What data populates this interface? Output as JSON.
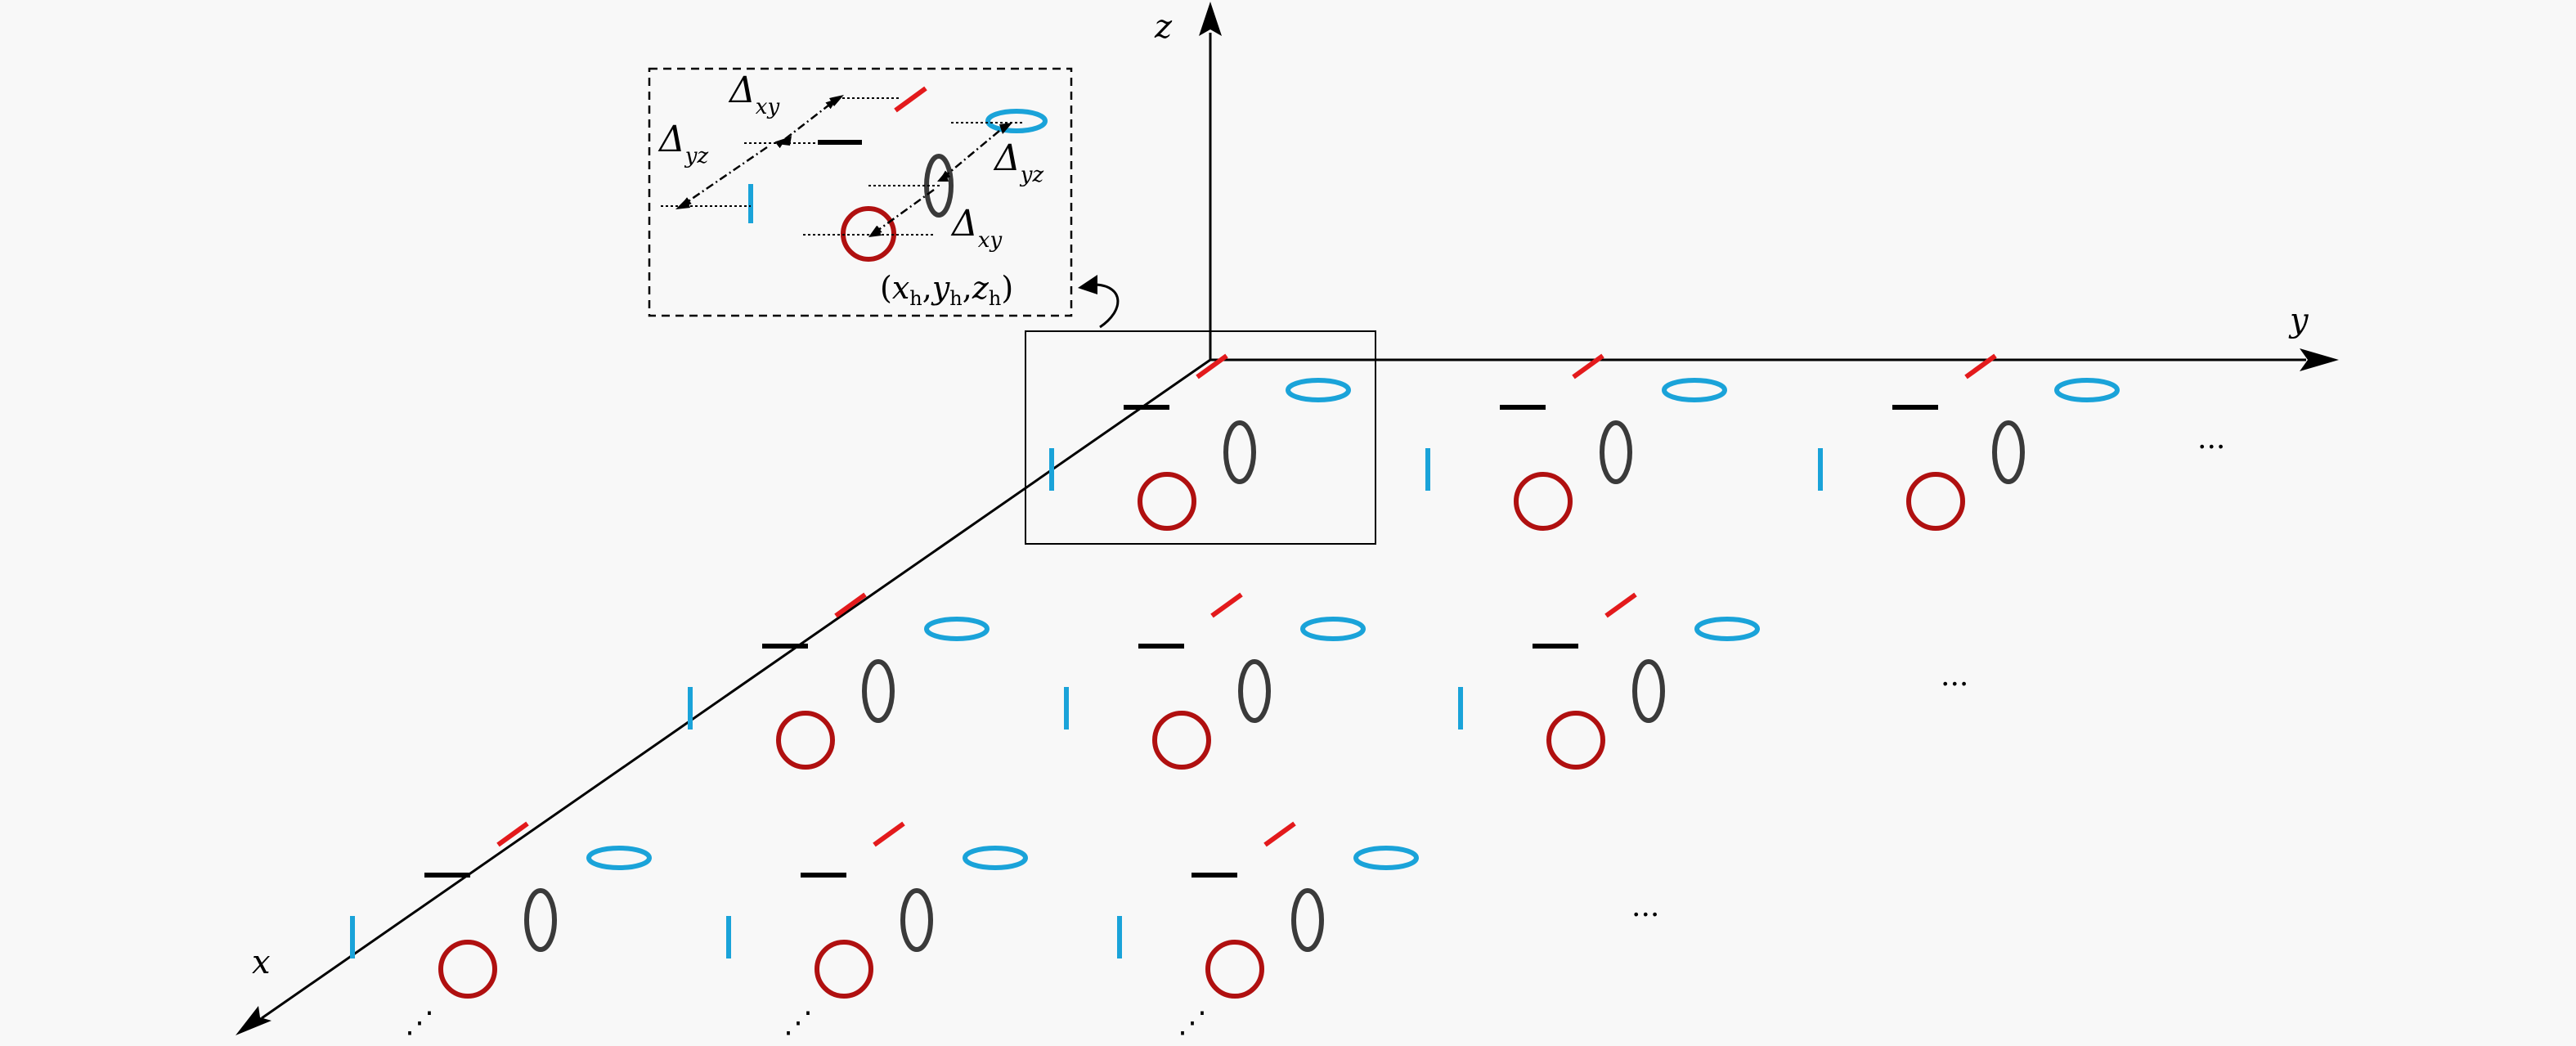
{
  "axes": {
    "x": "x",
    "y": "y",
    "z": "z"
  },
  "ellipsis": "...",
  "ellipsis_diag": "⋰",
  "inset": {
    "delta_symbol": "Δ",
    "sub_xy": "xy",
    "sub_yz": "yz",
    "coord": {
      "open": "(",
      "x": "x",
      "xs": "h",
      "comma1": ",",
      "y": "y",
      "ys": "h",
      "comma2": ",",
      "z": "z",
      "zs": "h",
      "close": ")"
    }
  },
  "colors": {
    "red_dipole": "#e31a1c",
    "cyan": "#1aa3d9",
    "dark_red_loop": "#b01010",
    "gray_loop": "#3a3a3a",
    "black_dipole": "#000000"
  },
  "element_types": [
    "red-dipole",
    "black-dipole",
    "cyan-dipole",
    "cyan-loop",
    "gray-loop",
    "red-loop"
  ]
}
